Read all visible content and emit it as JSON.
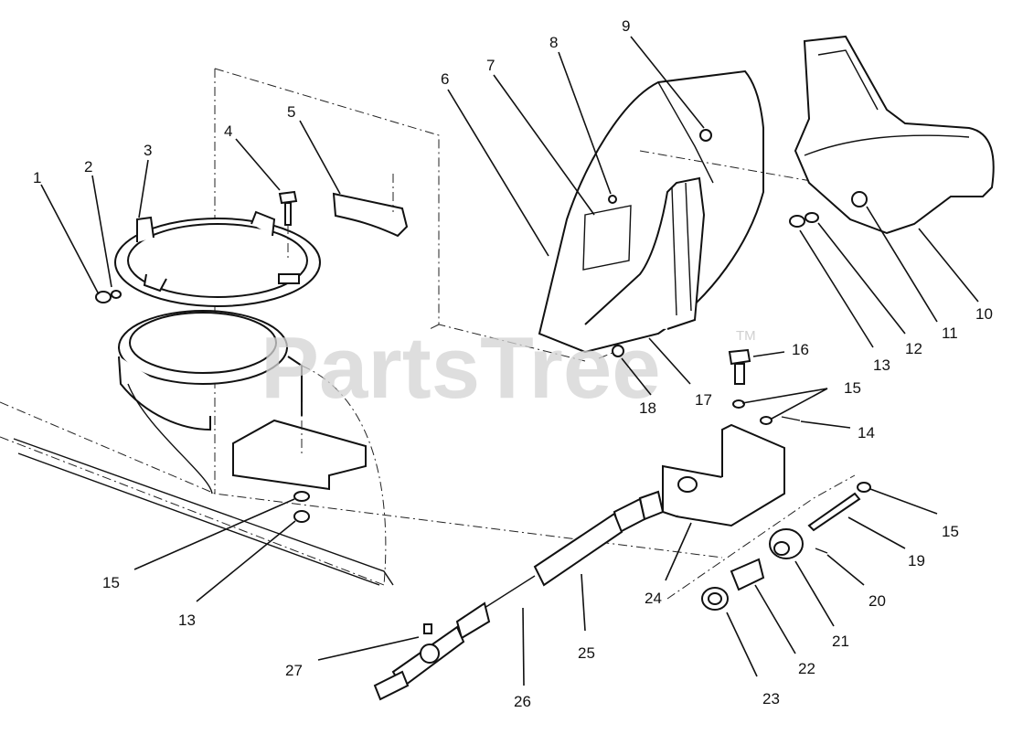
{
  "watermark": {
    "text": "PartsTree",
    "trademark": "TM"
  },
  "callouts": [
    {
      "id": "c1",
      "text": "1"
    },
    {
      "id": "c2",
      "text": "2"
    },
    {
      "id": "c3",
      "text": "3"
    },
    {
      "id": "c4",
      "text": "4"
    },
    {
      "id": "c5",
      "text": "5"
    },
    {
      "id": "c6",
      "text": "6"
    },
    {
      "id": "c7",
      "text": "7"
    },
    {
      "id": "c8",
      "text": "8"
    },
    {
      "id": "c9",
      "text": "9"
    },
    {
      "id": "c10",
      "text": "10"
    },
    {
      "id": "c11",
      "text": "11"
    },
    {
      "id": "c12",
      "text": "12"
    },
    {
      "id": "c13a",
      "text": "13"
    },
    {
      "id": "c13b",
      "text": "13"
    },
    {
      "id": "c14",
      "text": "14"
    },
    {
      "id": "c15a",
      "text": "15"
    },
    {
      "id": "c15b",
      "text": "15"
    },
    {
      "id": "c15c",
      "text": "15"
    },
    {
      "id": "c16",
      "text": "16"
    },
    {
      "id": "c17",
      "text": "17"
    },
    {
      "id": "c18",
      "text": "18"
    },
    {
      "id": "c19",
      "text": "19"
    },
    {
      "id": "c20",
      "text": "20"
    },
    {
      "id": "c21",
      "text": "21"
    },
    {
      "id": "c22",
      "text": "22"
    },
    {
      "id": "c23",
      "text": "23"
    },
    {
      "id": "c24",
      "text": "24"
    },
    {
      "id": "c25",
      "text": "25"
    },
    {
      "id": "c26",
      "text": "26"
    },
    {
      "id": "c27",
      "text": "27"
    }
  ]
}
